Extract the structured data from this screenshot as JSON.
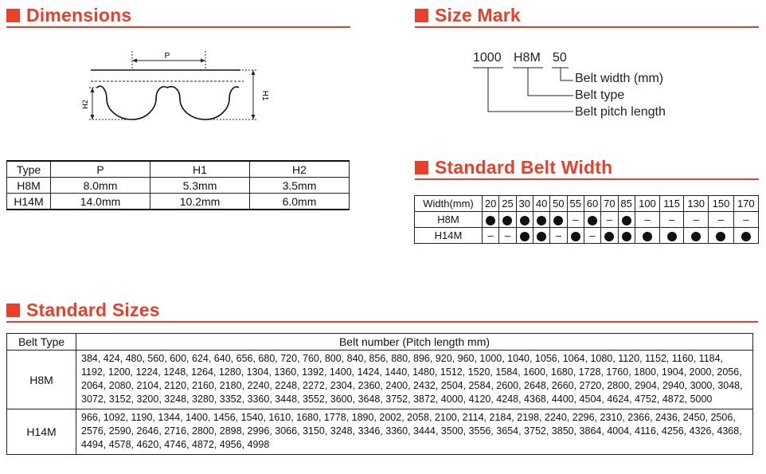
{
  "dimensions": {
    "title": "Dimensions",
    "diagram_labels": {
      "p": "P",
      "h1": "H1",
      "h2": "H2"
    },
    "table": {
      "headers": [
        "Type",
        "P",
        "H1",
        "H2"
      ],
      "rows": [
        [
          "H8M",
          "8.0mm",
          "5.3mm",
          "3.5mm"
        ],
        [
          "H14M",
          "14.0mm",
          "10.2mm",
          "6.0mm"
        ]
      ]
    }
  },
  "size_mark": {
    "title": "Size Mark",
    "code": {
      "length": "1000",
      "type": "H8M",
      "width": "50"
    },
    "labels": {
      "width": "Belt width (mm)",
      "type": "Belt type",
      "length": "Belt pitch length"
    }
  },
  "standard_belt_width": {
    "title": "Standard Belt Width",
    "header_label": "Width(mm)",
    "widths": [
      "20",
      "25",
      "30",
      "40",
      "50",
      "55",
      "60",
      "70",
      "85",
      "100",
      "115",
      "130",
      "150",
      "170"
    ],
    "rows": [
      {
        "type": "H8M",
        "marks": [
          "●",
          "●",
          "●",
          "●",
          "●",
          "–",
          "●",
          "–",
          "●",
          "–",
          "–",
          "–",
          "–",
          "–"
        ]
      },
      {
        "type": "H14M",
        "marks": [
          "–",
          "–",
          "●",
          "●",
          "–",
          "●",
          "–",
          "●",
          "●",
          "●",
          "●",
          "●",
          "●",
          "●"
        ]
      }
    ]
  },
  "standard_sizes": {
    "title": "Standard Sizes",
    "headers": [
      "Belt Type",
      "Belt number (Pitch length mm)"
    ],
    "rows": [
      {
        "type": "H8M",
        "numbers": "384, 424, 480, 560, 600, 624, 640, 656, 680, 720, 760, 800, 840, 856, 880, 896, 920, 960, 1000, 1040, 1056, 1064, 1080, 1120, 1152, 1160, 1184, 1192, 1200, 1224, 1248, 1264, 1280, 1304, 1360, 1392, 1400, 1424, 1440, 1480, 1512, 1520, 1584, 1600, 1680, 1728, 1760, 1800, 1904, 2000, 2056, 2064, 2080, 2104, 2120, 2160, 2180, 2240, 2248, 2272, 2304, 2360, 2400, 2432, 2504, 2584, 2600, 2648, 2660, 2720, 2800, 2904, 2940, 3000, 3048, 3072, 3152, 3200, 3248, 3280, 3352, 3360, 3448, 3552, 3600, 3648, 3752, 3872, 4000, 4120, 4248, 4368, 4400, 4504, 4624, 4752, 4872, 5000"
      },
      {
        "type": "H14M",
        "numbers": "966, 1092, 1190, 1344, 1400, 1456, 1540, 1610, 1680, 1778, 1890, 2002, 2058, 2100, 2114, 2184, 2198, 2240, 2296, 2310, 2366, 2436, 2450, 2506, 2576, 2590, 2646, 2716, 2800, 2898, 2996, 3066, 3150, 3248, 3346, 3360, 3444, 3500, 3556, 3654, 3752, 3850, 3864, 4004, 4116, 4256, 4326, 4368, 4494, 4578, 4620, 4746, 4872, 4956, 4998"
      }
    ]
  },
  "colors": {
    "accent": "#e8402a",
    "text": "#111111"
  }
}
